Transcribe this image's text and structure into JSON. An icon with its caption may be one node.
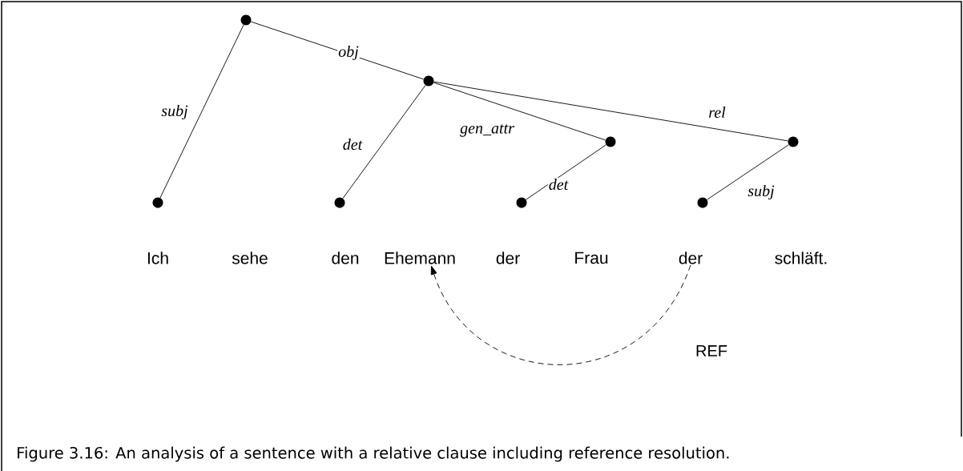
{
  "diagram": {
    "caption": "Figure 3.16: An analysis of a sentence with a relative clause including reference resolution.",
    "nodes": [
      {
        "text": [],
        "shape": "circle"
      },
      {
        "text": [],
        "shape": "circle"
      },
      {
        "text": [],
        "shape": "circle"
      },
      {
        "text": [],
        "shape": "circle"
      },
      {
        "text": [],
        "shape": "circle"
      },
      {
        "text": [],
        "shape": "circle"
      },
      {
        "text": [],
        "shape": "circle"
      },
      {
        "text": [],
        "shape": "circle"
      },
      {
        "text": [
          "Ehemann"
        ]
      },
      {
        "text": [
          "der"
        ]
      }
    ],
    "edges": [
      {
        "from": 0,
        "to": 4,
        "arrow": "none",
        "label": "subj"
      },
      {
        "from": 0,
        "to": 1,
        "arrow": "none",
        "label": "obj"
      },
      {
        "from": 1,
        "to": 5,
        "arrow": "none",
        "label": "det"
      },
      {
        "from": 1,
        "to": 2,
        "arrow": "none",
        "label": "gen_attr"
      },
      {
        "from": 1,
        "to": 3,
        "arrow": "none",
        "label": "rel"
      },
      {
        "from": 2,
        "to": 6,
        "arrow": "none",
        "label": "det"
      },
      {
        "from": 3,
        "to": 7,
        "arrow": "none",
        "label": "subj"
      },
      {
        "from": 9,
        "to": 8,
        "arrow": "to",
        "style": "dashed",
        "label": "REF"
      }
    ],
    "labels": [
      "Ich",
      "sehe",
      "den",
      "der",
      "Frau",
      "schläft."
    ]
  }
}
